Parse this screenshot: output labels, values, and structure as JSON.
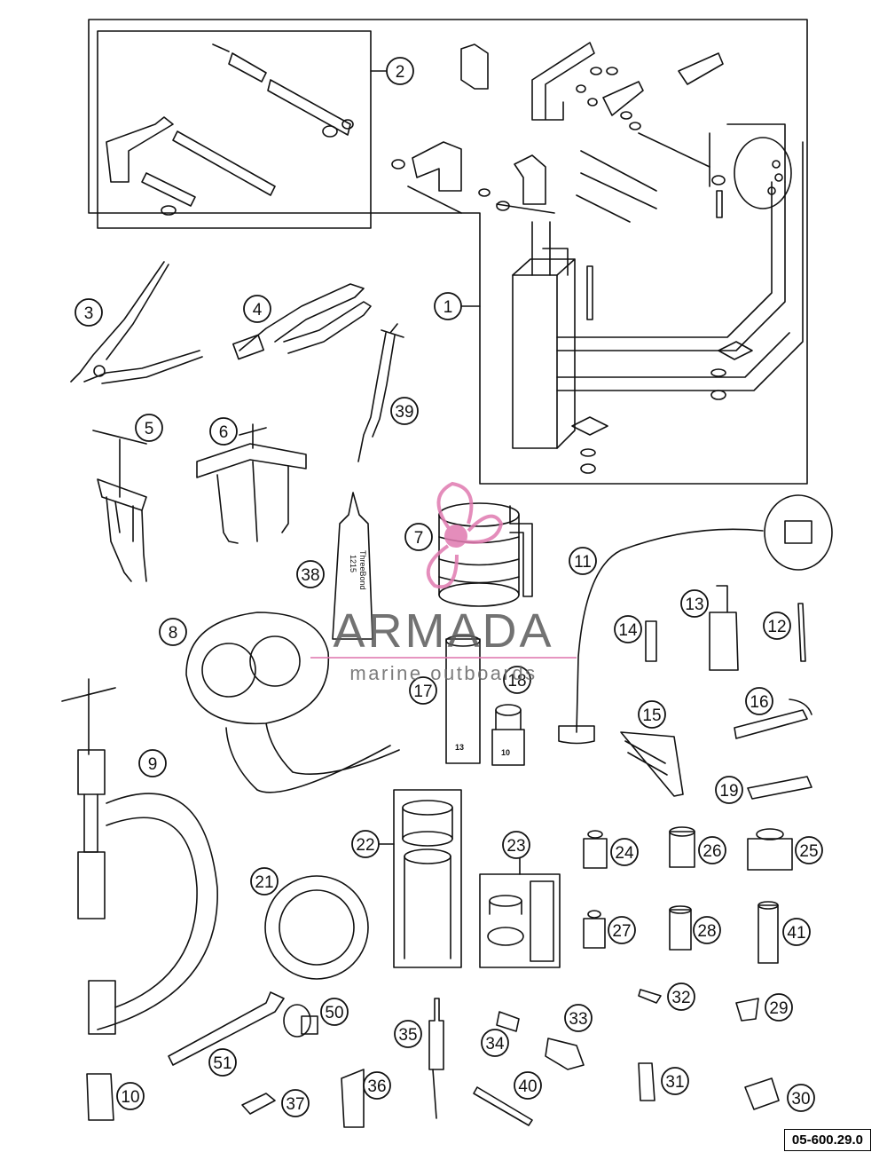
{
  "figure_code": "05-600.29.0",
  "watermark": {
    "brand": "ARMADA",
    "tagline": "marine outboards",
    "accent": "#e07ab0"
  },
  "callouts": [
    {
      "id": "c1",
      "label": "1"
    },
    {
      "id": "c2",
      "label": "2"
    },
    {
      "id": "c3",
      "label": "3"
    },
    {
      "id": "c4",
      "label": "4"
    },
    {
      "id": "c5",
      "label": "5"
    },
    {
      "id": "c6",
      "label": "6"
    },
    {
      "id": "c7",
      "label": "7"
    },
    {
      "id": "c8",
      "label": "8"
    },
    {
      "id": "c9",
      "label": "9"
    },
    {
      "id": "c10",
      "label": "10"
    },
    {
      "id": "c11",
      "label": "11"
    },
    {
      "id": "c12",
      "label": "12"
    },
    {
      "id": "c13",
      "label": "13"
    },
    {
      "id": "c14",
      "label": "14"
    },
    {
      "id": "c15",
      "label": "15"
    },
    {
      "id": "c16",
      "label": "16"
    },
    {
      "id": "c17",
      "label": "17"
    },
    {
      "id": "c18",
      "label": "18"
    },
    {
      "id": "c19",
      "label": "19"
    },
    {
      "id": "c21",
      "label": "21"
    },
    {
      "id": "c22",
      "label": "22"
    },
    {
      "id": "c23",
      "label": "23"
    },
    {
      "id": "c24",
      "label": "24"
    },
    {
      "id": "c25",
      "label": "25"
    },
    {
      "id": "c26",
      "label": "26"
    },
    {
      "id": "c27",
      "label": "27"
    },
    {
      "id": "c28",
      "label": "28"
    },
    {
      "id": "c29",
      "label": "29"
    },
    {
      "id": "c30",
      "label": "30"
    },
    {
      "id": "c31",
      "label": "31"
    },
    {
      "id": "c32",
      "label": "32"
    },
    {
      "id": "c33",
      "label": "33"
    },
    {
      "id": "c34",
      "label": "34"
    },
    {
      "id": "c35",
      "label": "35"
    },
    {
      "id": "c36",
      "label": "36"
    },
    {
      "id": "c37",
      "label": "37"
    },
    {
      "id": "c38",
      "label": "38"
    },
    {
      "id": "c39",
      "label": "39"
    },
    {
      "id": "c40",
      "label": "40"
    },
    {
      "id": "c41",
      "label": "41"
    },
    {
      "id": "c50",
      "label": "50"
    },
    {
      "id": "c51",
      "label": "51"
    }
  ],
  "socket_labels": {
    "socket_13": "13",
    "socket_10": "10"
  },
  "tube_labels": {
    "brand": "ThreeBond",
    "number": "1215"
  }
}
